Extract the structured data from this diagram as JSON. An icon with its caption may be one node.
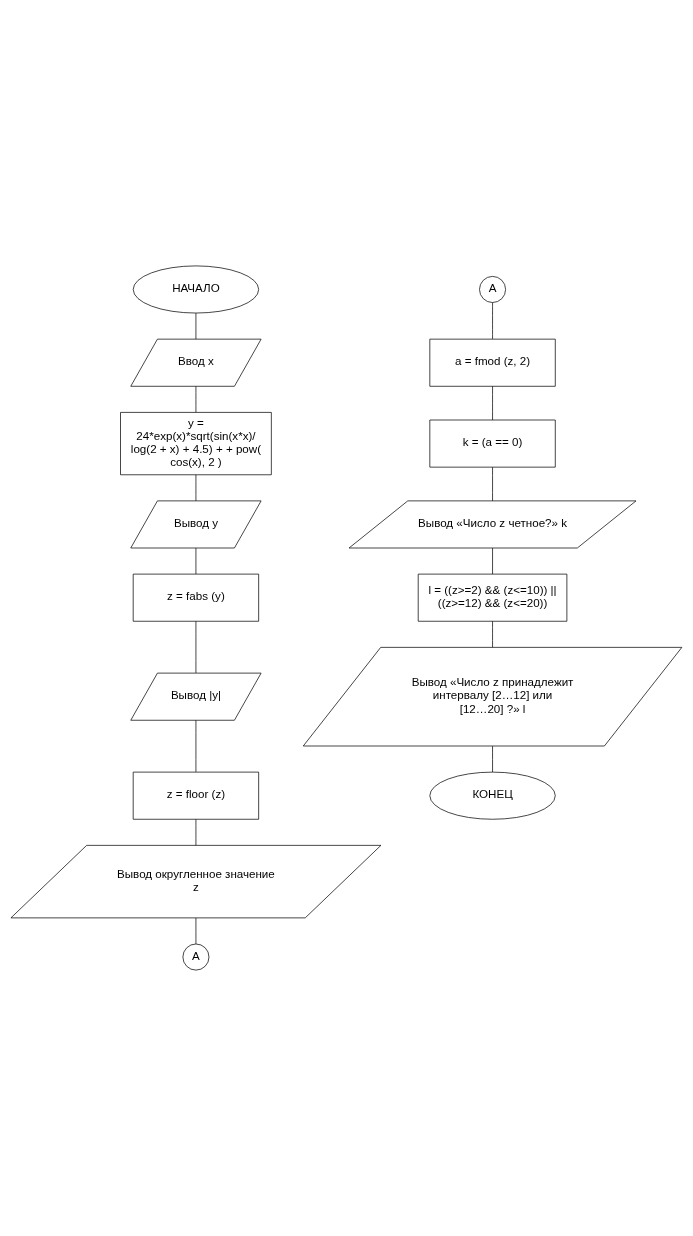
{
  "diagram": {
    "nodes": [
      {
        "text": [
          "НАЧАЛО"
        ]
      },
      {
        "text": [
          "Ввод x"
        ]
      },
      {
        "text": [
          "y = 24*exp(x)*sqrt(sin(x*x)/ log(2 + x) + 4.5) + + pow( cos(x), 2 )"
        ]
      },
      {
        "text": [
          "Вывод y"
        ]
      },
      {
        "text": [
          "z = fabs (y)"
        ]
      },
      {
        "text": [
          "Вывод |y|"
        ]
      },
      {
        "text": [
          "z = floor (z)"
        ]
      },
      {
        "text": [
          "Вывод округленное значение z"
        ]
      },
      {
        "text": [
          "A"
        ]
      },
      {
        "text": [
          "A"
        ]
      },
      {
        "text": [
          "a = fmod (z, 2)"
        ]
      },
      {
        "text": [
          "k = (a == 0)"
        ]
      },
      {
        "text": [
          "Вывод «Число z четное?» k"
        ]
      },
      {
        "text": [
          "l = ((z>=2) && (z<=10)) || ((z>=12) && (z<=20))"
        ]
      },
      {
        "text": [
          "Вывод «Число z принадлежит интервалу [2…12] или [12…20] ?» l"
        ]
      },
      {
        "text": [
          "КОНЕЦ"
        ]
      }
    ],
    "edges": [
      {
        "from": 0,
        "to": 1,
        "arrow": "none"
      },
      {
        "from": 1,
        "to": 2,
        "arrow": "none"
      },
      {
        "from": 2,
        "to": 3,
        "arrow": "none"
      },
      {
        "from": 3,
        "to": 4,
        "arrow": "none"
      },
      {
        "from": 4,
        "to": 5,
        "arrow": "none"
      },
      {
        "from": 5,
        "to": 6,
        "arrow": "none"
      },
      {
        "from": 6,
        "to": 7,
        "arrow": "none"
      },
      {
        "from": 7,
        "to": 8,
        "arrow": "none"
      },
      {
        "from": 9,
        "to": 10,
        "arrow": "none"
      },
      {
        "from": 10,
        "to": 11,
        "arrow": "none"
      },
      {
        "from": 11,
        "to": 12,
        "arrow": "none"
      },
      {
        "from": 12,
        "to": 13,
        "arrow": "none"
      },
      {
        "from": 13,
        "to": 14,
        "arrow": "none"
      },
      {
        "from": 14,
        "to": 15,
        "arrow": "none"
      }
    ]
  }
}
